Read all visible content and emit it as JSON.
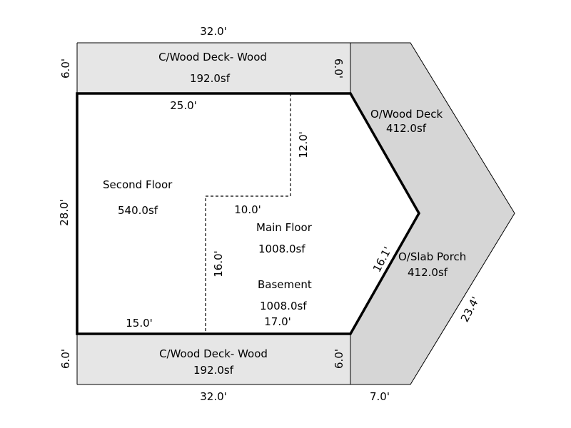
{
  "colors": {
    "deck_fill": "#e6e6e6",
    "porch_fill": "#d6d6d6",
    "house_outline": "#000000",
    "background": "#ffffff"
  },
  "areas": {
    "top_deck": {
      "name": "C/Wood Deck- Wood",
      "area": "192.0sf"
    },
    "bottom_deck": {
      "name": "C/Wood Deck- Wood",
      "area": "192.0sf"
    },
    "wood_deck": {
      "name": "O/Wood Deck",
      "area": "412.0sf"
    },
    "slab_porch": {
      "name": "O/Slab Porch",
      "area": "412.0sf"
    },
    "second_floor": {
      "name": "Second Floor",
      "area": "540.0sf"
    },
    "main_floor": {
      "name": "Main Floor",
      "area": "1008.0sf"
    },
    "basement": {
      "name": "Basement",
      "area": "1008.0sf"
    }
  },
  "dimensions": {
    "top_deck_width": "32.0'",
    "top_deck_left_depth": "6.0'",
    "top_deck_right_depth": "6.0'",
    "house_top_width": "25.0'",
    "second_floor_vertical": "12.0'",
    "second_floor_step": "10.0'",
    "house_depth": "28.0'",
    "second_floor_lower_vertical": "16.0'",
    "house_bottom_left": "15.0'",
    "house_bottom_right": "17.0'",
    "house_angled_side": "16.1'",
    "porch_outer_side": "23.4'",
    "bottom_deck_left_depth": "6.0'",
    "bottom_deck_right_depth": "6.0'",
    "bottom_deck_width": "32.0'",
    "porch_width": "7.0'"
  }
}
